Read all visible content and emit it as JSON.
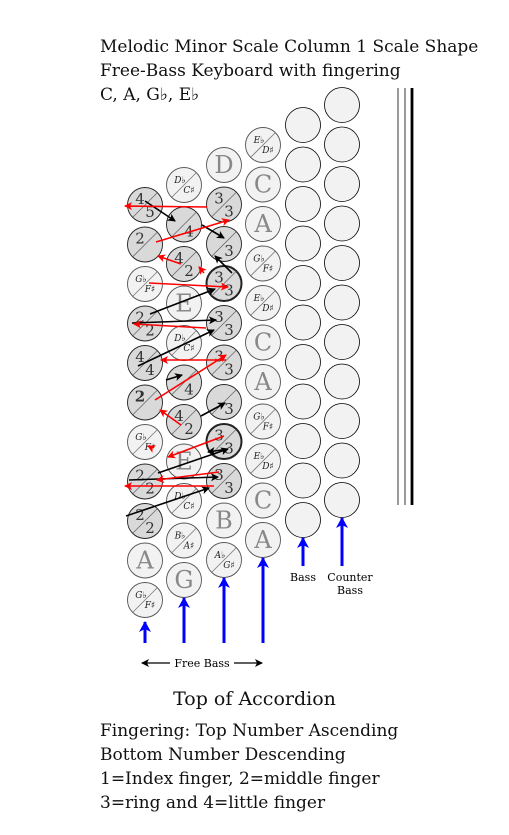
{
  "title": {
    "line1": "Melodic Minor Scale Column 1 Scale Shape",
    "line2": "Free-Bass Keyboard with fingering",
    "line3": "C, A, G♭, E♭"
  },
  "labels": {
    "bass": "Bass",
    "counter_bass": "Counter\nBass",
    "free_bass": "Free Bass",
    "top": "Top of Accordion"
  },
  "footnote": [
    "Fingering: Top Number Ascending",
    "Bottom Number Descending",
    "1=Index finger, 2=middle finger",
    "3=ring and 4=little finger"
  ],
  "colors": {
    "ascending_arrow": "#000000",
    "descending_arrow": "#ff0000",
    "highlight_fill": "#d9d9d9",
    "key_fill": "#f2f2f2",
    "indicator": "#0000ff"
  },
  "columns": [
    {
      "name": "column-1",
      "buttons": [
        {
          "note": "G♭/F♯",
          "acc": [
            "G♭",
            "F♯"
          ]
        },
        {
          "note": "A"
        },
        {
          "note": "2/2",
          "finger": [
            "2",
            "2"
          ],
          "hl": true
        },
        {
          "note": "2/2",
          "finger": [
            "2",
            "2"
          ],
          "hl": true
        },
        {
          "note": "G♭/F♯",
          "acc": [
            "G♭",
            "F♯"
          ]
        },
        {
          "note": "2",
          "finger": [
            "2",
            ""
          ],
          "hl": true,
          "bold": true
        },
        {
          "note": "4/4",
          "finger": [
            "4",
            "4"
          ],
          "hl": true
        },
        {
          "note": "2/2",
          "finger": [
            "2",
            "2"
          ],
          "hl": true
        },
        {
          "note": "G♭/F♯",
          "acc": [
            "G♭",
            "F♯"
          ]
        },
        {
          "note": "2",
          "finger": [
            "2",
            ""
          ],
          "hl": true
        },
        {
          "note": "4/5",
          "finger": [
            "4",
            "5"
          ],
          "hl": true
        }
      ]
    },
    {
      "name": "column-2",
      "buttons": [
        {
          "note": "G"
        },
        {
          "note": "B♭/A♯",
          "acc": [
            "B♭",
            "A♯"
          ]
        },
        {
          "note": "D♭/C♯",
          "acc": [
            "D♭",
            "C♯"
          ]
        },
        {
          "note": "E"
        },
        {
          "note": "4/2",
          "finger": [
            "4",
            "2"
          ],
          "hl": true
        },
        {
          "note": "4",
          "finger": [
            "",
            "4"
          ],
          "hl": true
        },
        {
          "note": "D♭/C♯",
          "acc": [
            "D♭",
            "C♯"
          ]
        },
        {
          "note": "E"
        },
        {
          "note": "4/2",
          "finger": [
            "4",
            "2"
          ],
          "hl": true
        },
        {
          "note": "4",
          "finger": [
            "",
            "4"
          ],
          "hl": true
        },
        {
          "note": "D♭/C♯",
          "acc": [
            "D♭",
            "C♯"
          ]
        }
      ]
    },
    {
      "name": "column-3",
      "buttons": [
        {
          "note": "A♭/G♯",
          "acc": [
            "A♭",
            "G♯"
          ]
        },
        {
          "note": "B"
        },
        {
          "note": "3/3",
          "finger": [
            "3",
            "3"
          ],
          "hl": true
        },
        {
          "note": "3/3",
          "finger": [
            "3",
            "3"
          ],
          "hl": true,
          "thick": true
        },
        {
          "note": "3",
          "finger": [
            "",
            "3"
          ],
          "hl": true
        },
        {
          "note": "3/3",
          "finger": [
            "3",
            "3"
          ],
          "hl": true
        },
        {
          "note": "3/3",
          "finger": [
            "3",
            "3"
          ],
          "hl": true
        },
        {
          "note": "3/3",
          "finger": [
            "3",
            "3"
          ],
          "hl": true,
          "thick": true
        },
        {
          "note": "3",
          "finger": [
            "",
            "3"
          ],
          "hl": true
        },
        {
          "note": "3/3",
          "finger": [
            "3",
            "3"
          ],
          "hl": true
        },
        {
          "note": "D"
        }
      ]
    },
    {
      "name": "column-4",
      "buttons": [
        {
          "note": "A"
        },
        {
          "note": "C"
        },
        {
          "note": "E♭/D♯",
          "acc": [
            "E♭",
            "D♯"
          ]
        },
        {
          "note": "G♭/F♯",
          "acc": [
            "G♭",
            "F♯"
          ]
        },
        {
          "note": "A"
        },
        {
          "note": "C"
        },
        {
          "note": "E♭/D♯",
          "acc": [
            "E♭",
            "D♯"
          ]
        },
        {
          "note": "G♭/F♯",
          "acc": [
            "G♭",
            "F♯"
          ]
        },
        {
          "note": "A"
        },
        {
          "note": "C"
        },
        {
          "note": "E♭/D♯",
          "acc": [
            "E♭",
            "D♯"
          ]
        }
      ]
    },
    {
      "name": "bass",
      "count": 11
    },
    {
      "name": "counter-bass",
      "count": 11
    }
  ]
}
